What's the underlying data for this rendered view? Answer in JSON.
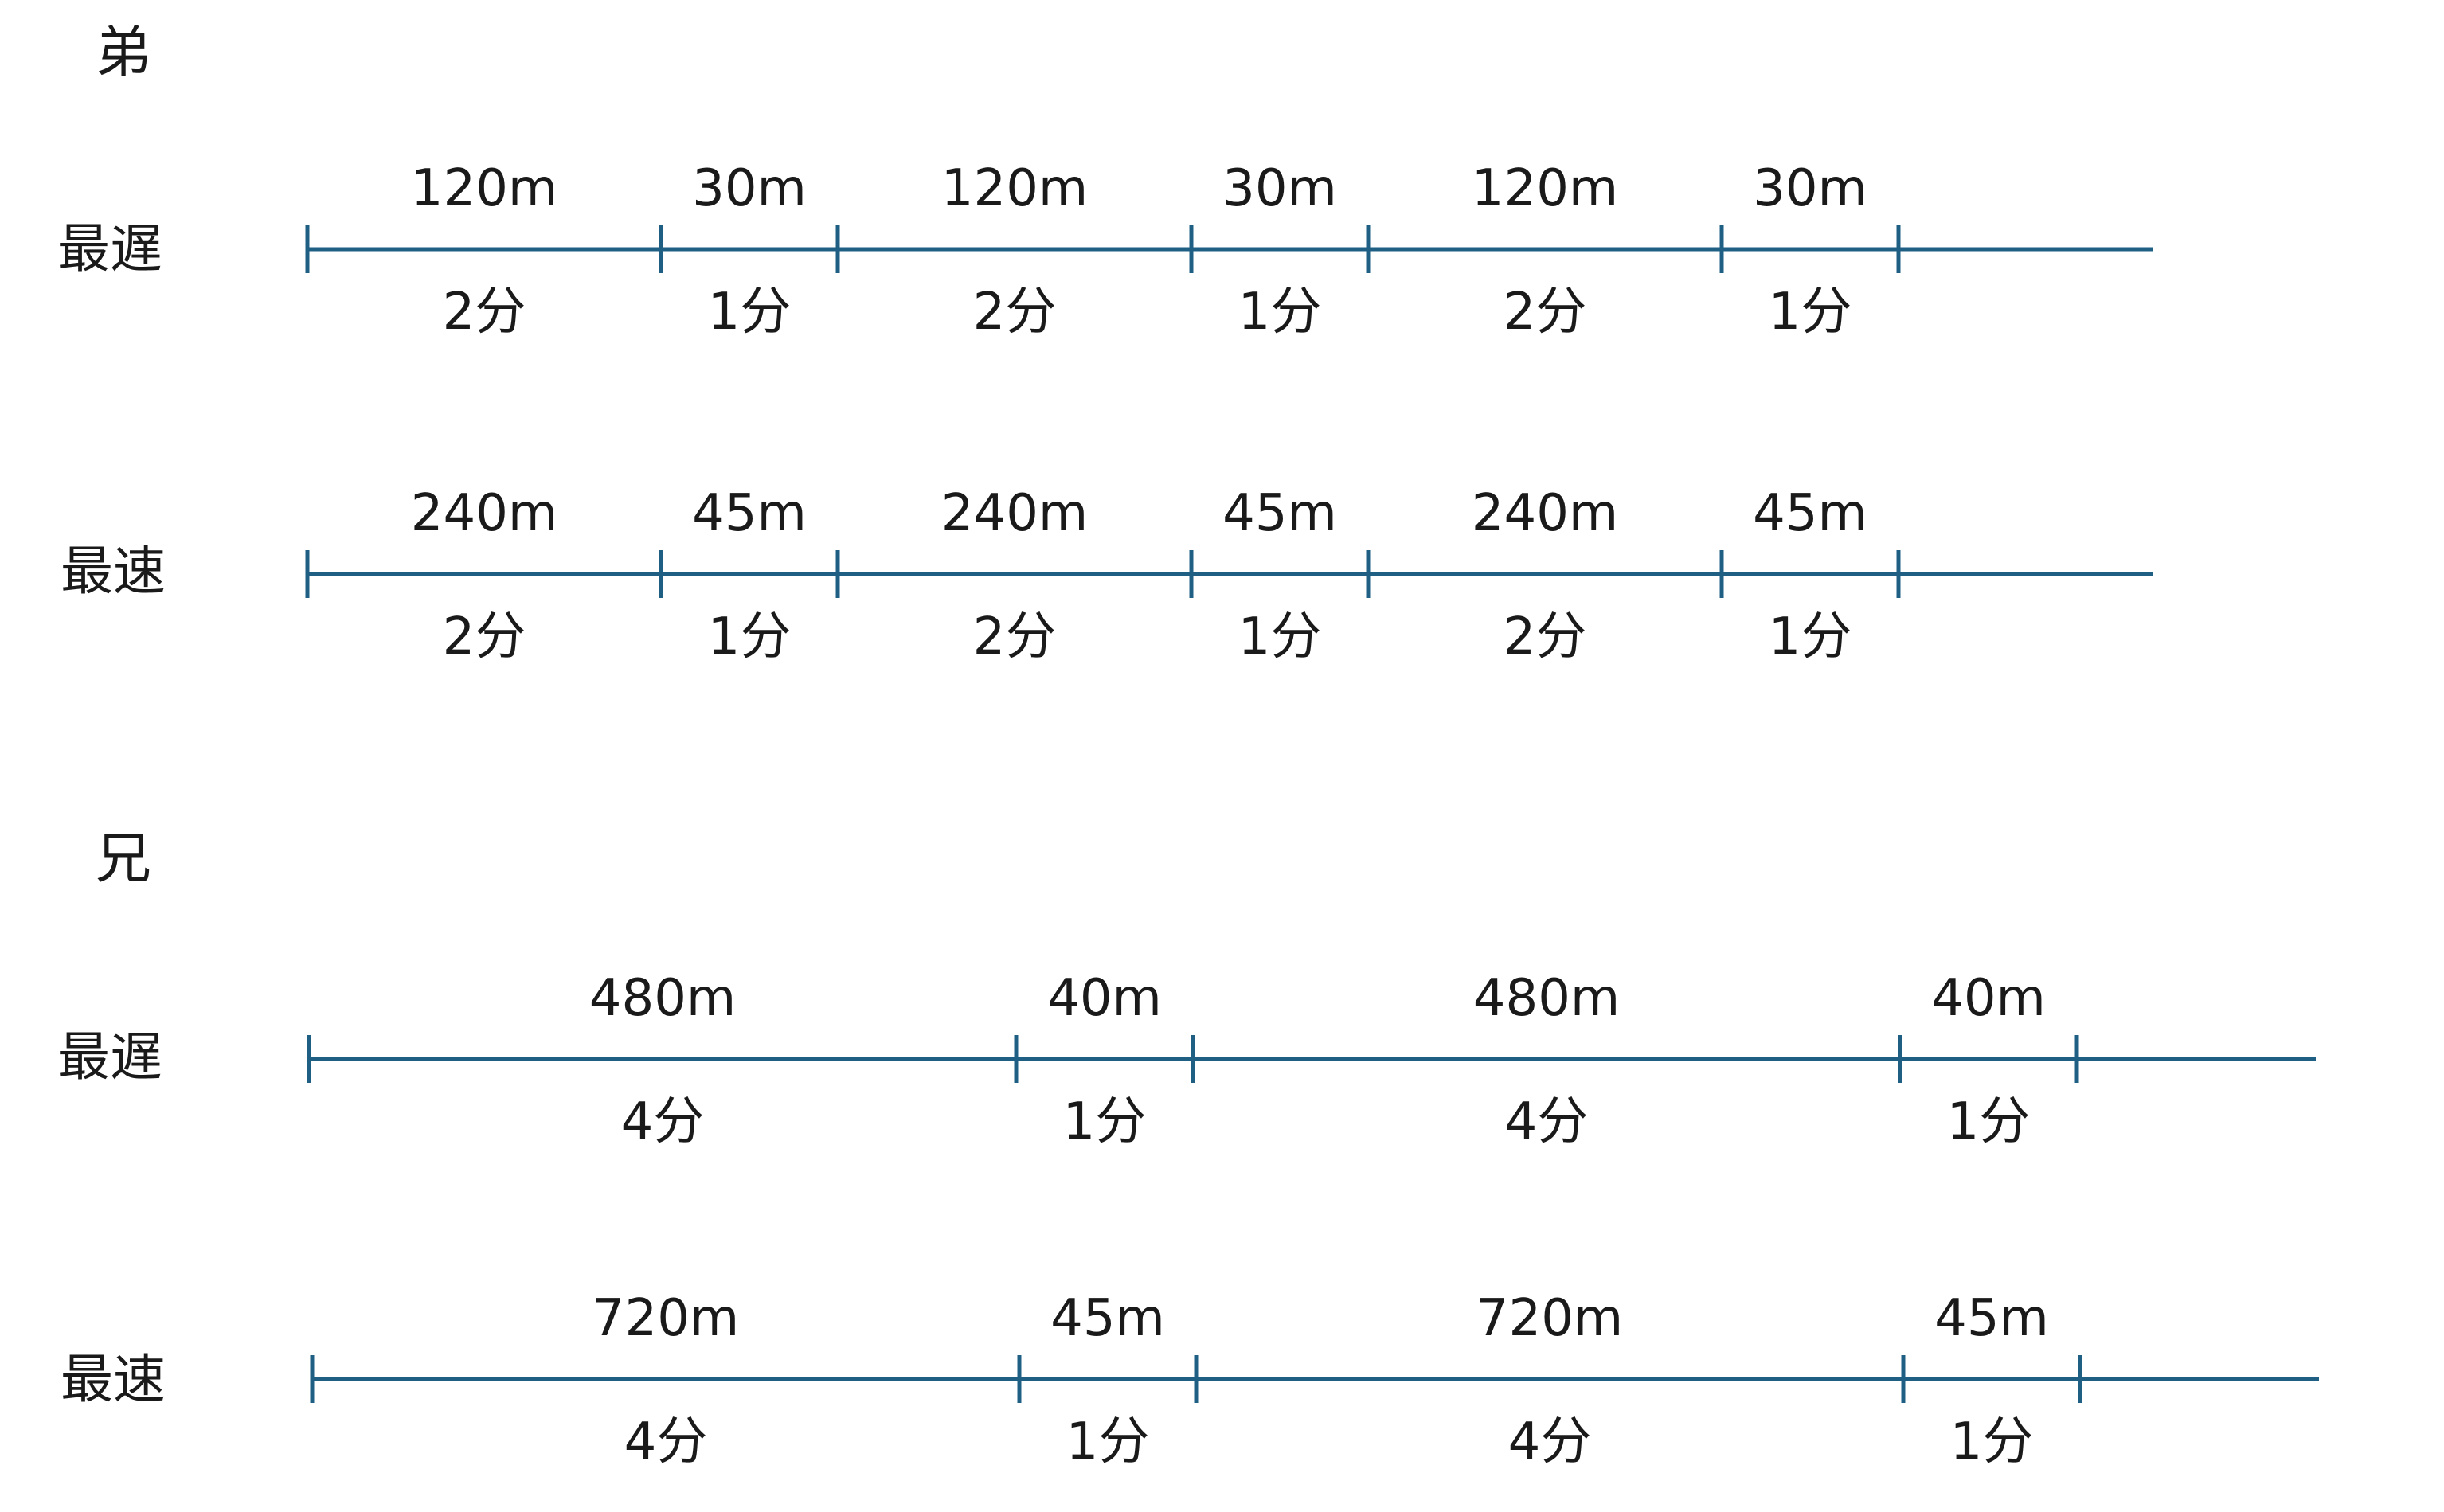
{
  "diagram": {
    "line_color": "#1f5f84",
    "groups": [
      {
        "title": "弟",
        "rows": [
          {
            "label": "最遅",
            "segments": [
              {
                "distance": "120m",
                "time": "2分",
                "minutes": 2
              },
              {
                "distance": "30m",
                "time": "1分",
                "minutes": 1
              },
              {
                "distance": "120m",
                "time": "2分",
                "minutes": 2
              },
              {
                "distance": "30m",
                "time": "1分",
                "minutes": 1
              },
              {
                "distance": "120m",
                "time": "2分",
                "minutes": 2
              },
              {
                "distance": "30m",
                "time": "1分",
                "minutes": 1
              }
            ]
          },
          {
            "label": "最速",
            "segments": [
              {
                "distance": "240m",
                "time": "2分",
                "minutes": 2
              },
              {
                "distance": "45m",
                "time": "1分",
                "minutes": 1
              },
              {
                "distance": "240m",
                "time": "2分",
                "minutes": 2
              },
              {
                "distance": "45m",
                "time": "1分",
                "minutes": 1
              },
              {
                "distance": "240m",
                "time": "2分",
                "minutes": 2
              },
              {
                "distance": "45m",
                "time": "1分",
                "minutes": 1
              }
            ]
          }
        ]
      },
      {
        "title": "兄",
        "rows": [
          {
            "label": "最遅",
            "segments": [
              {
                "distance": "480m",
                "time": "4分",
                "minutes": 4
              },
              {
                "distance": "40m",
                "time": "1分",
                "minutes": 1
              },
              {
                "distance": "480m",
                "time": "4分",
                "minutes": 4
              },
              {
                "distance": "40m",
                "time": "1分",
                "minutes": 1
              }
            ]
          },
          {
            "label": "最速",
            "segments": [
              {
                "distance": "720m",
                "time": "4分",
                "minutes": 4
              },
              {
                "distance": "45m",
                "time": "1分",
                "minutes": 1
              },
              {
                "distance": "720m",
                "time": "4分",
                "minutes": 4
              },
              {
                "distance": "45m",
                "time": "1分",
                "minutes": 1
              }
            ]
          }
        ]
      }
    ]
  }
}
